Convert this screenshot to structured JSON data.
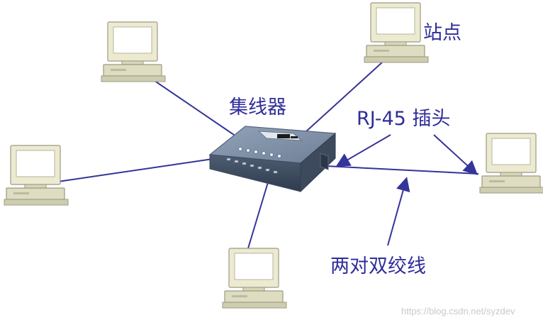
{
  "labels": {
    "hub": "集线器",
    "station": "站点",
    "rj45": "RJ-45 插头",
    "twisted_pair": "两对双绞线"
  },
  "watermark": "https://blog.csdn.net/syzdev",
  "colors": {
    "line": "#34349a",
    "text": "#2f2d9a",
    "monitor_body": "#ecebd2",
    "monitor_screen": "#ffffff",
    "monitor_shade": "#c9c7a6",
    "hub_top": "#7f8ea3",
    "hub_side": "#4f5f77"
  }
}
